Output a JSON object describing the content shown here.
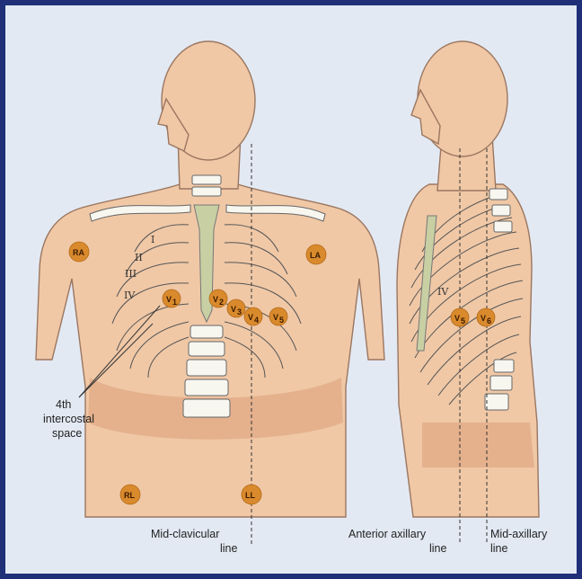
{
  "colors": {
    "border": "#1f2f78",
    "background": "#e2e9f3",
    "skin": "#f0c8a6",
    "electrode": "#d98a2c"
  },
  "front": {
    "rib_labels": [
      "I",
      "II",
      "III",
      "IV"
    ],
    "limb_electrodes": {
      "ra": "RA",
      "la": "LA",
      "rl": "RL",
      "ll": "LL"
    },
    "chest_electrodes": {
      "v1": "V",
      "v2": "V",
      "v3": "V",
      "v4": "V",
      "v5": "V"
    },
    "chest_subscripts": {
      "v1": "1",
      "v2": "2",
      "v3": "3",
      "v4": "4",
      "v5": "5"
    },
    "intercostal_label": [
      "4th",
      "intercostal",
      "space"
    ],
    "midclavicular_label": [
      "Mid-clavicular",
      "line"
    ]
  },
  "side": {
    "rib_label": "IV",
    "chest_electrodes": {
      "v5": "V",
      "v6": "V"
    },
    "chest_subscripts": {
      "v5": "5",
      "v6": "6"
    },
    "anterior_axillary_label": [
      "Anterior axillary",
      "line"
    ],
    "mid_axillary_label": [
      "Mid-axillary",
      "line"
    ]
  }
}
